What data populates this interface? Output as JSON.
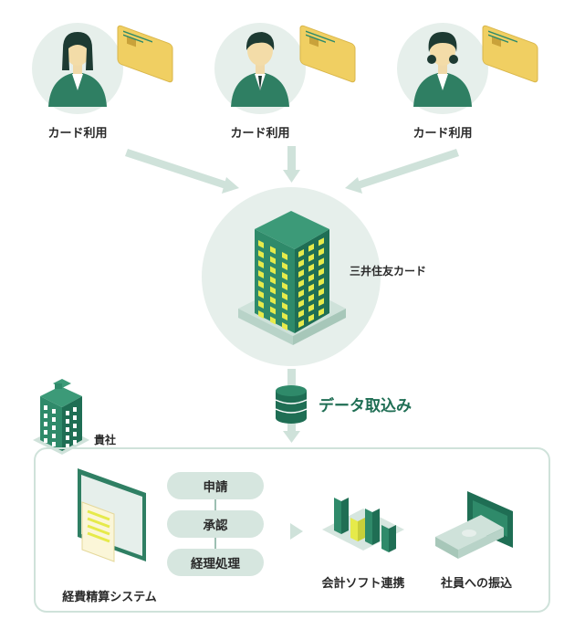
{
  "users": [
    {
      "label": "カード利用"
    },
    {
      "label": "カード利用"
    },
    {
      "label": "カード利用"
    }
  ],
  "issuer": {
    "label": "三井住友カード"
  },
  "data_import": {
    "label": "データ取込み"
  },
  "company": {
    "label": "貴社"
  },
  "expense_system": {
    "label": "経費精算システム",
    "steps": [
      "申請",
      "承認",
      "経理処理"
    ]
  },
  "accounting": {
    "label": "会計ソフト連携"
  },
  "payroll": {
    "label": "社員への振込"
  },
  "colors": {
    "dark_green": "#1f6e54",
    "mid_green": "#2f8a6a",
    "light_bg": "#e6efeb",
    "arrow": "#cfe2da",
    "card_yellow": "#f0cf62",
    "window_yellow": "#e6ea4a"
  }
}
